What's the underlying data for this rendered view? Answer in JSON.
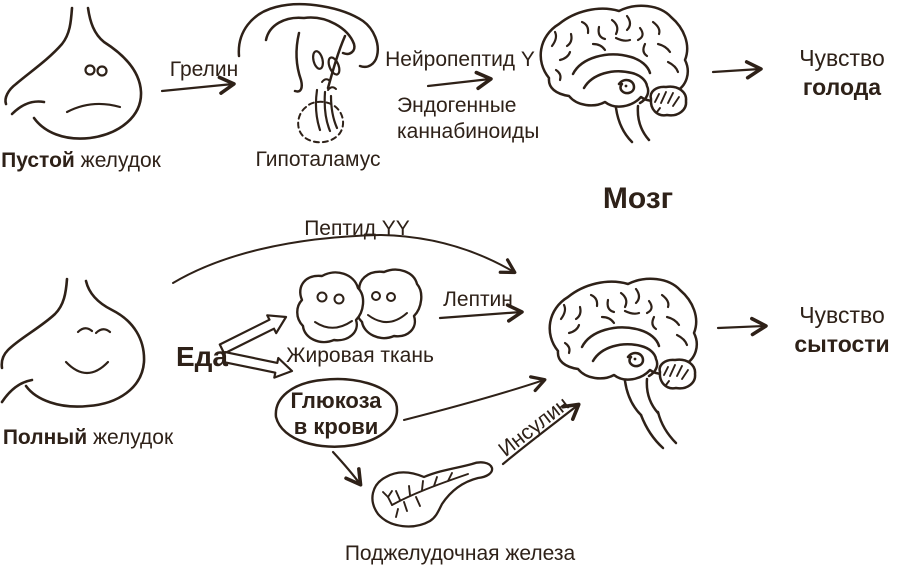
{
  "colors": {
    "ink": "#2e2118",
    "background": "#ffffff"
  },
  "brain_label": "Мозг",
  "hunger_pathway": {
    "stomach_name": "Пустой",
    "stomach_rest": " желудок",
    "ghrelin": "Грелин",
    "hypothalamus": "Гипоталамус",
    "neuropeptide_y": "Нейропептид Y",
    "cannabinoids_line1": "Эндогенные",
    "cannabinoids_line2": "каннабиноиды",
    "feeling_line1": "Чувство",
    "feeling_line2": "голода"
  },
  "satiety_pathway": {
    "stomach_name": "Полный",
    "stomach_rest": " желудок",
    "food": "Еда",
    "peptide_yy": "Пептид YY",
    "fat_tissue": "Жировая ткань",
    "leptin": "Лептин",
    "glucose_line1": "Глюкоза",
    "glucose_line2": "в крови",
    "insulin": "Инсулин",
    "pancreas": "Поджелудочная железа",
    "feeling_line1": "Чувство",
    "feeling_line2": "сытости"
  }
}
